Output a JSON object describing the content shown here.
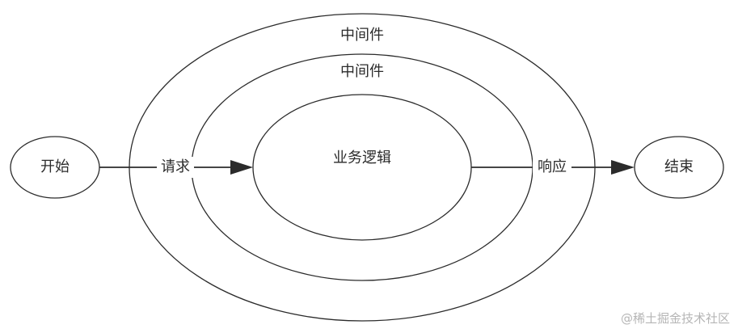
{
  "nodes": {
    "start": {
      "label": "开始"
    },
    "end": {
      "label": "结束"
    },
    "outer_middleware": {
      "label": "中间件"
    },
    "inner_middleware": {
      "label": "中间件"
    },
    "business_logic": {
      "label": "业务逻辑"
    }
  },
  "edges": {
    "request": {
      "label": "请求"
    },
    "response": {
      "label": "响应"
    }
  },
  "watermark": {
    "text": "@稀土掘金技术社区"
  }
}
